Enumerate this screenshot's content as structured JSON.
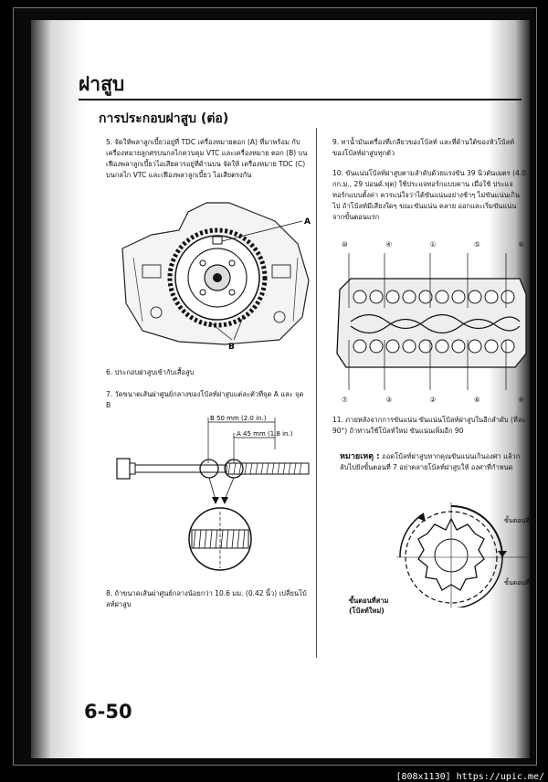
{
  "header": {
    "title": "ฝาสูบ"
  },
  "section": {
    "title": "การประกอบฝาสูบ (ต่อ)"
  },
  "left": {
    "step5": "5.  จัดให้พลาลูกเบี้ยวอยู่ที่ TDC เครื่องหมายตอก (A) ที่มาพร้อม กับเครื่องหมายลูกศรบนกลไกควบคุม VTC และเครื่องหมาย ตอก (B) บนเฟืองพลาลูกเบี้ยวไอเสียควรอยู่ที่ด้านบน จัดให้ เครื่องหมาย TDC (C) บนกลไก VTC และเฟืองพลาลูกเบี้ยว ไอเสียตรงกัน",
    "label_A": "A",
    "label_B": "B",
    "step6": "6.  ประกอบฝาสูบเข้ากับเสื้อสูบ",
    "step7": "7.  วัดขนาดเส้นผ่าศูนย์กลางของโบ้ลท์ฝาสูบแต่ละตัวที่จุด A และ จุด B",
    "dim_B": "B 50 mm (2.0 in.)",
    "dim_A": "A 45 mm (1.8 in.)",
    "step8": "8.  ถ้าขนาดเส้นผ่าศูนย์กลางน้อยกว่า 10.6 มม. (0.42 นิ้ว) เปลี่ยนโบ้ลท์ฝาสูบ"
  },
  "right": {
    "step9": "9.  ทาน้ำมันเครื่องที่เกลียวของโบ้ลท์ และที่ด้านใต้ของหัวโบ้ลท์ ของโบ้ลท์ฝาสูบทุกตัว",
    "step10": "10. ขันแน่นโบ้ลท์ฝาสูบตามลำดับด้วยแรงขัน 39 นิวตันเมตร (4.0 กก.ม., 29 ปอนด์.ฟุต) ใช้ประแจทอร์กแบบคาน เมื่อใช้ ประแจทอร์กแบบตั้งค่า ควรแน่ใจว่าได้ขันแน่นอย่างช้าๆ ไม่ขันแน่นเกินไป ถ้าโบ้ลท์มีเสียงใดๆ ขณะขันแน่น คลาย ออกและเริ่มขันแน่นจากขั้นตอนแรก",
    "top_labels": [
      "⑩",
      "④",
      "①",
      "⑤",
      "⑧"
    ],
    "bottom_labels": [
      "⑦",
      "③",
      "②",
      "⑥",
      "⑨"
    ],
    "step11": "11. ภายหลังจากการขันแน่น ขันแน่นโบ้ลท์ฝาสูบในอีกลำดับ (ที่ละ 90°) ถ้าท่านใช้โบ้ลท์ใหม่ ขันแน่นเพิ่มอีก 90",
    "note_label": "หมายเหตุ :",
    "note": "ถอดโบ้ลท์ฝาสูบหากคุณขันแน่นเกินองศา แล้วกลับไปยังขั้นตอนที่ 7 อย่าคลายโบ้ลท์ฝาสูบให้ องศาที่กำหนด",
    "step_first": "ขั้นตอนที่",
    "step_second": "ขั้นตอนที่",
    "step_third": "ขั้นตอนที่สาม",
    "new_bolt": "(โบ้ลท์ใหม่)"
  },
  "footer": {
    "page_number": "6-50"
  },
  "watermark": "[808x1130] https://upic.me/"
}
